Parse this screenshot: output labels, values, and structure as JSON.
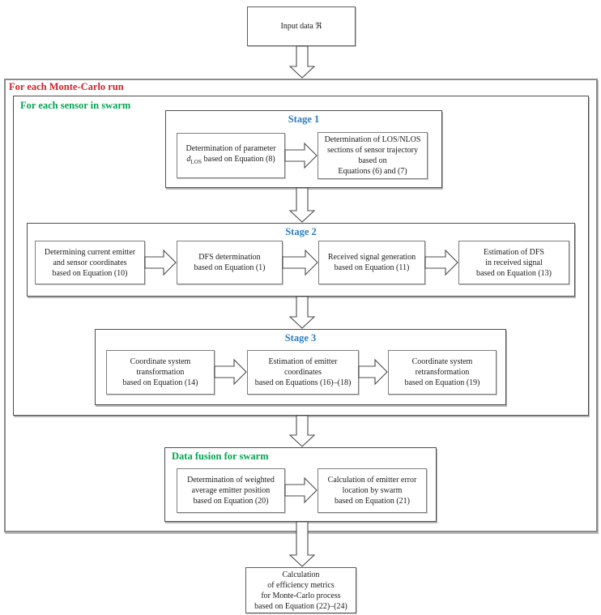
{
  "colors": {
    "monte_carlo_label": "#cf232b",
    "sensor_loop_label": "#00a550",
    "stage_title": "#2e7cbe",
    "data_fusion_label": "#00a550",
    "box_border": "#7e7e7e",
    "arrow_fill": "#ffffff"
  },
  "input_box": {
    "text": "Input data ℜ"
  },
  "monte_carlo": {
    "label": "For each Monte-Carlo run"
  },
  "sensor_loop": {
    "label": "For each sensor in swarm"
  },
  "stage1": {
    "title": "Stage 1",
    "box1": {
      "line1": "Determination of parameter",
      "var_d": "d",
      "var_sub": "LOS",
      "line2_rest": " based on Equation (8)"
    },
    "box2": {
      "text": "Determination of LOS/NLOS\nsections of sensor trajectory\nbased on\nEquations (6) and (7)"
    }
  },
  "stage2": {
    "title": "Stage 2",
    "box1": {
      "text": "Determining current emitter\nand sensor coordinates\nbased on Equation (10)"
    },
    "box2": {
      "text": "DFS determination\nbased on Equation (1)"
    },
    "box3": {
      "text": "Received signal generation\nbased on Equation (11)"
    },
    "box4": {
      "text": "Estimation of DFS\nin received signal\nbased on Equation (13)"
    }
  },
  "stage3": {
    "title": "Stage 3",
    "box1": {
      "text": "Coordinate system\ntransformation\nbased on Equation (14)"
    },
    "box2": {
      "text": "Estimation of emitter\ncoordinates\nbased on Equations (16)–(18)"
    },
    "box3": {
      "text": "Coordinate system\nretransformation\nbased on Equation (19)"
    }
  },
  "data_fusion": {
    "label": "Data fusion for swarm",
    "box1": {
      "text": "Determination of weighted\naverage emitter position\nbased on Equation (20)"
    },
    "box2": {
      "text": "Calculation of emitter error\nlocation by swarm\nbased on Equation (21)"
    }
  },
  "output_box": {
    "text": "Calculation\nof efficiency metrics\nfor Monte-Carlo process\nbased on Equation (22)–(24)"
  }
}
